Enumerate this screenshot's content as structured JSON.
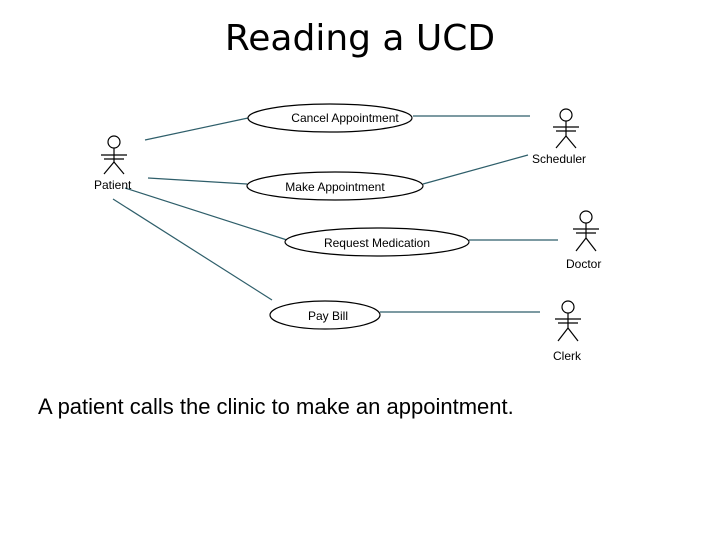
{
  "title": "Reading a UCD",
  "caption": "A patient calls the clinic to make an appointment.",
  "colors": {
    "line": "#2e5e6a",
    "ellipse_stroke": "#000000",
    "actor": "#000000",
    "text": "#000000"
  },
  "actors": [
    {
      "id": "patient",
      "label": "Patient"
    },
    {
      "id": "scheduler",
      "label": "Scheduler"
    },
    {
      "id": "doctor",
      "label": "Doctor"
    },
    {
      "id": "clerk",
      "label": "Clerk"
    }
  ],
  "use_cases": [
    {
      "id": "cancel",
      "label": "Cancel Appointment"
    },
    {
      "id": "make",
      "label": "Make Appointment"
    },
    {
      "id": "request",
      "label": "Request Medication"
    },
    {
      "id": "pay",
      "label": "Pay Bill"
    }
  ],
  "associations": [
    [
      "patient",
      "cancel"
    ],
    [
      "patient",
      "make"
    ],
    [
      "patient",
      "request"
    ],
    [
      "patient",
      "pay"
    ],
    [
      "scheduler",
      "cancel"
    ],
    [
      "scheduler",
      "make"
    ],
    [
      "doctor",
      "request"
    ],
    [
      "clerk",
      "pay"
    ]
  ]
}
